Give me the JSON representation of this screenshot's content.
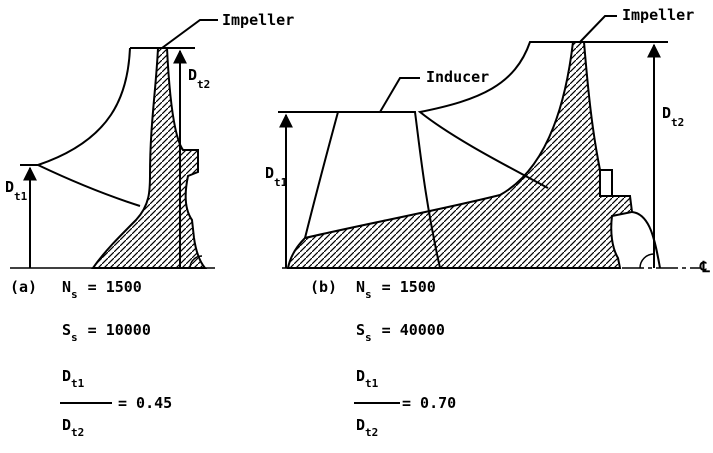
{
  "diagram": {
    "colors": {
      "line": "#000000",
      "background": "#ffffff"
    },
    "callouts": {
      "impeller_a": "Impeller",
      "impeller_b": "Impeller",
      "inducer_b": "Inducer"
    },
    "dimensions": {
      "a_dt1": {
        "main": "D",
        "sub": "t1"
      },
      "a_dt2": {
        "main": "D",
        "sub": "t2"
      },
      "b_dt1": {
        "main": "D",
        "sub": "t1"
      },
      "b_dt2": {
        "main": "D",
        "sub": "t2"
      }
    },
    "centerline_symbol": "℄",
    "panel_a": {
      "label": "(a)",
      "ns": {
        "main": "N",
        "sub": "s",
        "value": "= 1500"
      },
      "ss": {
        "main": "S",
        "sub": "s",
        "value": "= 10000"
      },
      "ratio": {
        "num_main": "D",
        "num_sub": "t1",
        "den_main": "D",
        "den_sub": "t2",
        "value": "= 0.45"
      }
    },
    "panel_b": {
      "label": "(b)",
      "ns": {
        "main": "N",
        "sub": "s",
        "value": "= 1500"
      },
      "ss": {
        "main": "S",
        "sub": "s",
        "value": "= 40000"
      },
      "ratio": {
        "num_main": "D",
        "num_sub": "t1",
        "den_main": "D",
        "den_sub": "t2",
        "value": "= 0.70"
      }
    }
  }
}
